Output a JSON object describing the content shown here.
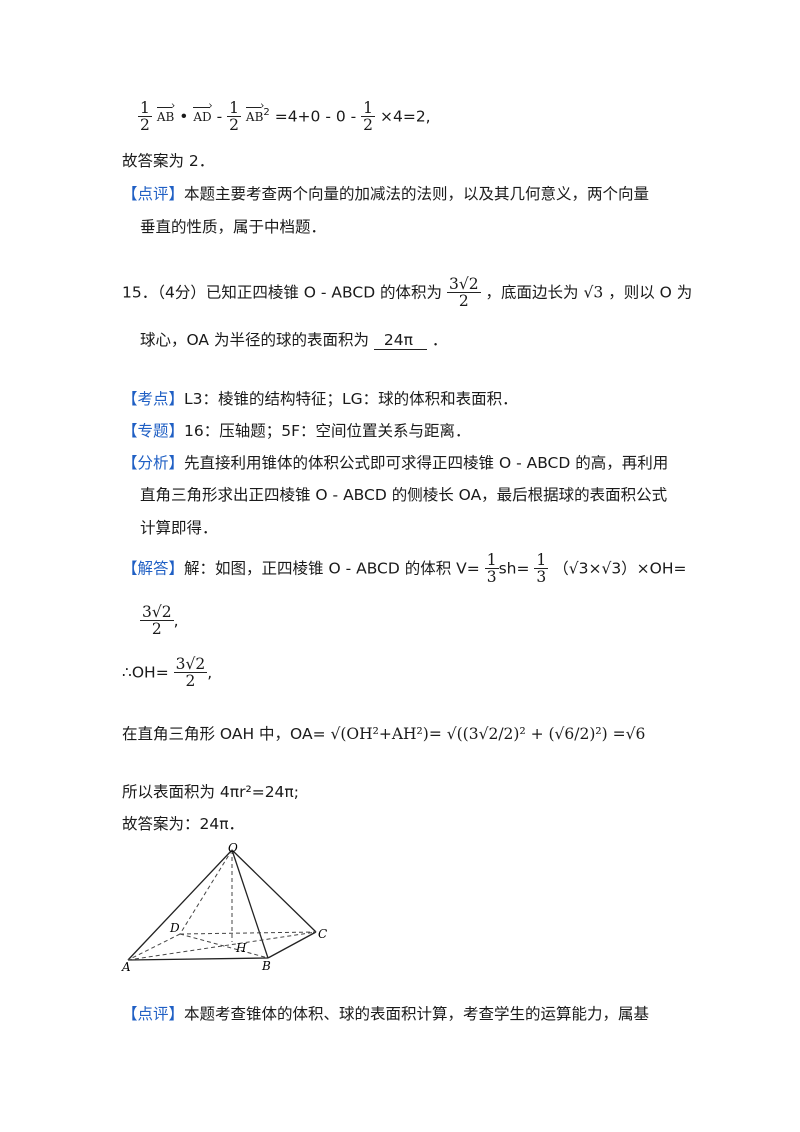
{
  "top_formula": {
    "term1_num": "1",
    "term1_den": "2",
    "vec1": "AB",
    "dot": "•",
    "vec2": "AD",
    "minus1": " - ",
    "term2_num": "1",
    "term2_den": "2",
    "vec3": "AB",
    "sq": "2",
    "rest": "=4+0 - 0 - ",
    "term3_num": "1",
    "term3_den": "2",
    "tail": "×4=2,"
  },
  "answer1": "故答案为 2．",
  "comment1": {
    "tag": "【点评】",
    "line1": "本题主要考查两个向量的加减法的法则，以及其几何意义，两个向量",
    "line2": "垂直的性质，属于中档题．"
  },
  "problem15": {
    "prefix": "15．（4分）已知正四棱锥 O - ABCD 的体积为",
    "vol_num": "3√2",
    "vol_den": "2",
    "mid": "，底面边长为",
    "edge": "√3",
    "suffix": "，则以 O 为",
    "line2_a": "球心，OA 为半径的球的表面积为",
    "answer": "24π",
    "line2_b": "．"
  },
  "kaodian": {
    "tag": "【考点】",
    "text": "L3：棱锥的结构特征；LG：球的体积和表面积．"
  },
  "zhuanti": {
    "tag": "【专题】",
    "text": "16：压轴题；5F：空间位置关系与距离．"
  },
  "fenxi": {
    "tag": "【分析】",
    "line1": "先直接利用锥体的体积公式即可求得正四棱锥 O - ABCD 的高，再利用",
    "line2": "直角三角形求出正四棱锥 O - ABCD 的侧棱长 OA，最后根据球的表面积公式",
    "line3": "计算即得．"
  },
  "jieda": {
    "tag": "【解答】",
    "text_a": "解：如图，正四棱锥 O - ABCD 的体积 V=",
    "f1_num": "1",
    "f1_den": "3",
    "sh": "sh=",
    "f2_num": "1",
    "f2_den": "3",
    "paren": "（√3×√3）×OH=",
    "v_num": "3√2",
    "v_den": "2",
    "v_tail": ",",
    "therefore": "∴OH=",
    "oh_num": "3√2",
    "oh_den": "2",
    "oh_tail": ",",
    "oa_text": "在直角三角形 OAH 中，OA=",
    "oa_expr1": "√(OH²+AH²)=",
    "oa_expr2": "√((3√2/2)² + (√6/2)²)",
    "oa_result": "=√6",
    "surface": "所以表面积为 4πr²=24π;",
    "answer2": "故答案为：24π．"
  },
  "figure": {
    "labels": {
      "O": "O",
      "D": "D",
      "H": "H",
      "C": "C",
      "A": "A",
      "B": "B"
    }
  },
  "comment2": {
    "tag": "【点评】",
    "text": "本题考查锥体的体积、球的表面积计算，考查学生的运算能力，属基"
  }
}
